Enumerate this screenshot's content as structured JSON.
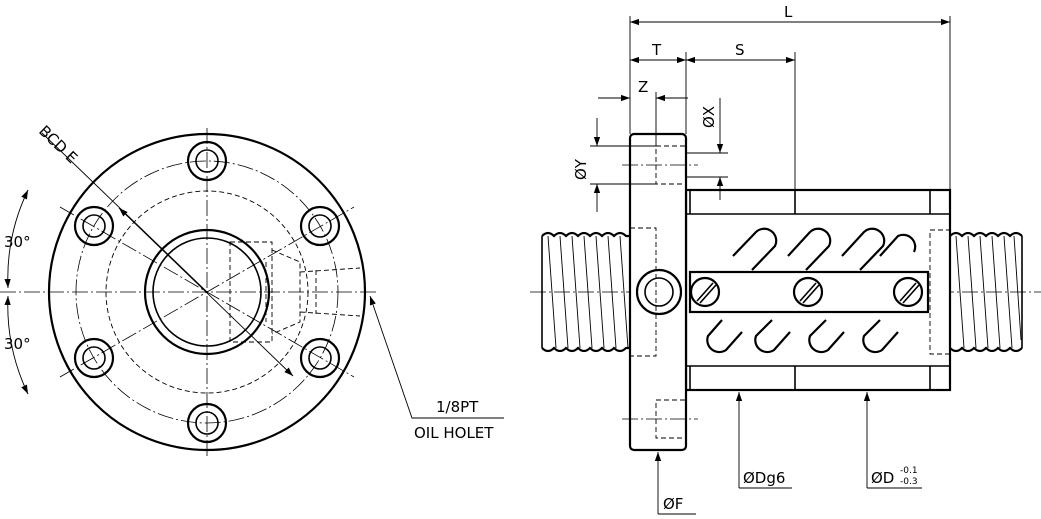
{
  "front_view": {
    "bcd_label": "BCD E",
    "angle_upper": "30°",
    "angle_lower": "30°",
    "oil_hole_size": "1/8PT",
    "oil_hole_label": "OIL HOLET"
  },
  "side_view": {
    "length_label": "L",
    "flange_thickness_label": "T",
    "spacing_label": "S",
    "z_label": "Z",
    "x_label": "ØX",
    "y_label": "ØY",
    "flange_dia_label": "ØF",
    "body_dia_label": "ØDg6",
    "outer_dia_label": "ØD",
    "outer_tol_upper": "-0.1",
    "outer_tol_lower": "-0.3"
  }
}
